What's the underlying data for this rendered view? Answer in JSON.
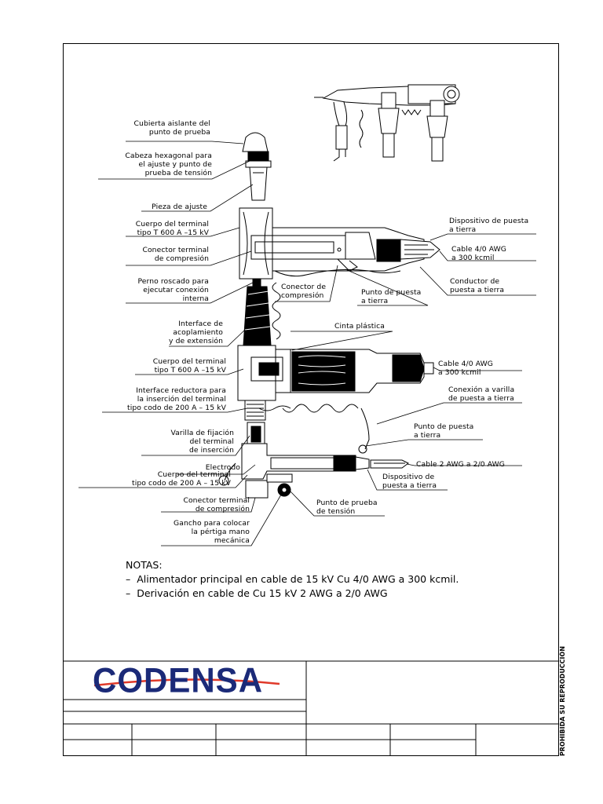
{
  "labels": {
    "cubierta": "Cubierta aislante del\npunto de prueba",
    "cabeza": "Cabeza hexagonal para\nel ajuste y punto de\nprueba de tensión",
    "pieza": "Pieza de ajuste",
    "cuerpo1": "Cuerpo del terminal\ntipo T 600 A –15 kV",
    "conector1": "Conector terminal\nde compresión",
    "perno": "Perno roscado para\nejecutar conexión\ninterna",
    "interface1": "Interface de\nacoplamiento\ny de extensión",
    "cuerpo2": "Cuerpo del terminal\ntipo T 600 A –15 kV",
    "interface2": "Interface reductora para\nla inserción del terminal\ntipo codo de 200 A – 15 kV",
    "varilla": "Varilla de fijación\ndel terminal\nde inserción",
    "electrodo": "Electrodo",
    "cuerpo3": "Cuerpo del terminal\ntipo codo de 200 A – 15 kV",
    "conector2": "Conector terminal\nde compresión",
    "gancho": "Gancho para colocar\nla pértiga mano\nmecánica",
    "dispositivo1": "Dispositivo de puesta\na tierra",
    "cable1": "Cable 4/0 AWG\na 300 kcmil",
    "conductor": "Conductor de\npuesta a tierra",
    "conector_comp": "Conector de\ncompresión",
    "punto1": "Punto de puesta\na tierra",
    "cinta": "Cinta plástica",
    "cable2": "Cable 4/0 AWG\na 300 kcmil",
    "conexion": "Conexión a varilla\nde puesta a tierra",
    "punto2": "Punto de puesta\na tierra",
    "cable3": "Cable 2 AWG a 2/0 AWG",
    "dispositivo2": "Dispositivo de\npuesta a tierra",
    "punto_prueba": "Punto de prueba\nde tensión"
  },
  "notes": "NOTAS:\n–  Alimentador principal en cable de 15 kV Cu 4/0 AWG a 300 kcmil.\n–  Derivación en cable de Cu 15 kV 2 AWG a 2/0 AWG",
  "logo": "CODENSA",
  "side_note": "PROHIBIDA SU REPRODUCCIÓN",
  "colors": {
    "logo_blue": "#1b2a78",
    "logo_swoosh": "#e03a2a"
  }
}
